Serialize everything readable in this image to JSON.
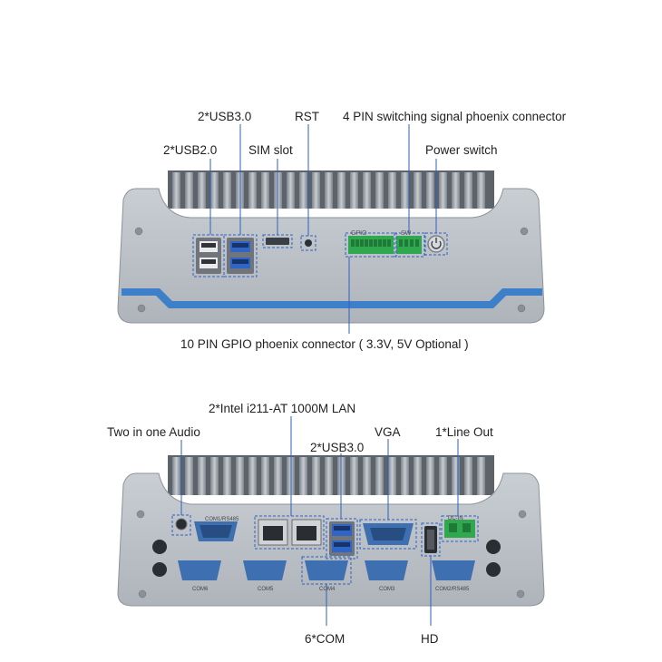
{
  "top_unit": {
    "labels": {
      "usb30": "2*USB3.0",
      "rst": "RST",
      "phoenix4": "4 PIN switching signal phoenix connector",
      "usb20": "2*USB2.0",
      "sim": "SIM slot",
      "power": "Power switch",
      "gpio": "10 PIN GPIO phoenix connector ( 3.3V, 5V Optional )"
    },
    "panel_text": {
      "gpio": "GPIO",
      "sw": "SW"
    }
  },
  "bottom_unit": {
    "labels": {
      "lan": "2*Intel i211-AT 1000M LAN",
      "audio": "Two in one Audio",
      "vga": "VGA",
      "lineout": "1*Line Out",
      "usb30": "2*USB3.0",
      "com": "6*COM",
      "hd": "HD"
    },
    "panel_text": {
      "com1": "COM1/RS485",
      "com6": "COM6",
      "com5": "COM5",
      "com4": "COM4",
      "com3": "COM3",
      "com2": "COM2/RS485",
      "dc": "DC-IN"
    }
  },
  "colors": {
    "chassis": "#b9bfc5",
    "chassis_dark": "#9aa1a8",
    "accent_blue": "#3d7fc8",
    "connector_green": "#2fa84f",
    "db9_blue": "#3e6fb0",
    "usb3_blue": "#2f64c8",
    "callout_line": "#2f5fbf"
  }
}
